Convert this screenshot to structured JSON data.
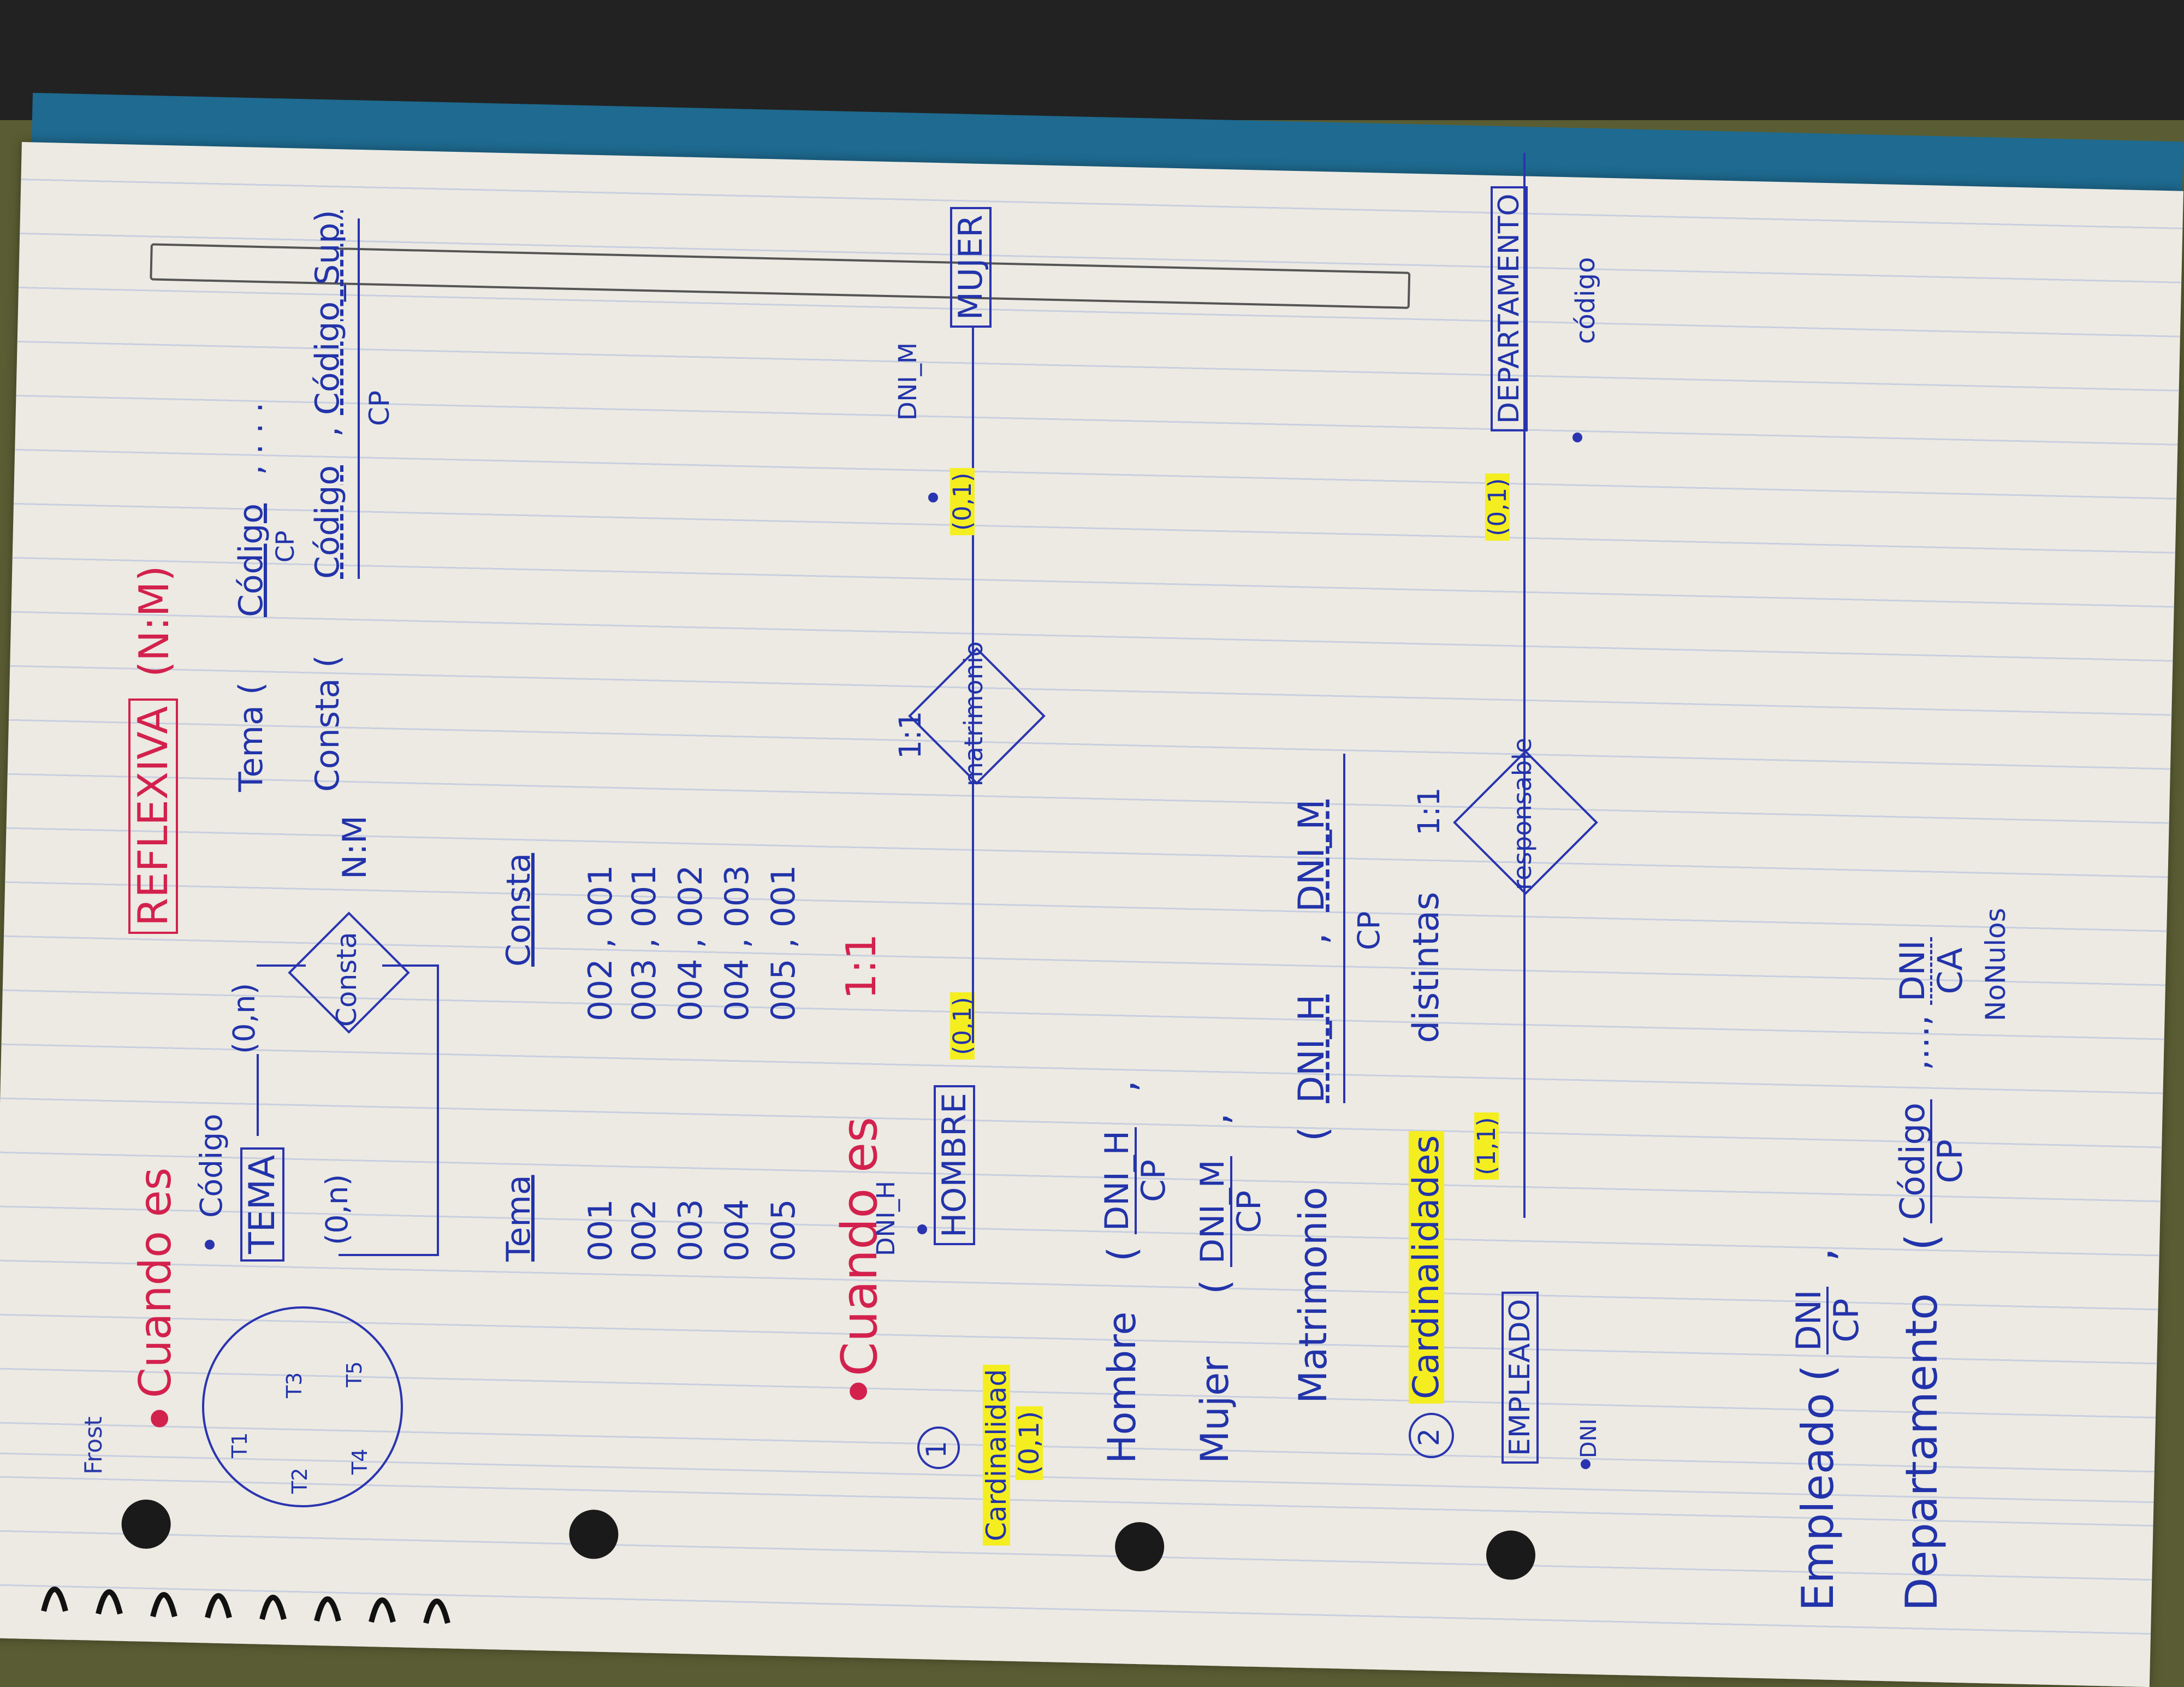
{
  "notebook": {
    "brand": "Frost"
  },
  "section_reflexiva": {
    "bullet": "•",
    "title_prefix": "Cuando es",
    "keyword": "REFLEXIVA",
    "ratio": "(N:M)",
    "entity": "TEMA",
    "attribute": "Código",
    "card_top": "(0,n)",
    "card_bottom": "(0,n)",
    "relation": "Consta",
    "relation_type": "N:M",
    "set_labels": [
      "T1",
      "T2",
      "T3",
      "T4",
      "T5"
    ],
    "schema_tema_prefix": "Tema (",
    "schema_tema_key": "Código",
    "schema_tema_suffix": ", . . .",
    "schema_tema_cp": "CP",
    "schema_consta_prefix": "Consta (",
    "schema_consta_key1": "Código",
    "schema_consta_sep": ",",
    "schema_consta_key2": "Código_Sup)",
    "schema_consta_cp": "CP"
  },
  "table": {
    "headers": [
      "Tema",
      "Consta"
    ],
    "tema": [
      "001",
      "002",
      "003",
      "004",
      "005"
    ],
    "consta": [
      "002 , 001",
      "003 , 001",
      "004 , 002",
      "004 , 003",
      "005 , 001"
    ]
  },
  "section_one_one": {
    "bullet": "•",
    "title": "Cuando es",
    "ratio": "1:1",
    "number": "1",
    "cardinality_label": "Cardinalidad",
    "cardinality_value": "(0,1)",
    "entity_left": "HOMBRE",
    "entity_right": "MUJER",
    "attr_left": "DNI_H",
    "attr_right": "DNI_M",
    "card_left": "(0,1)",
    "card_right": "(0,1)",
    "relation": "matrimonio",
    "relation_type": "1:1"
  },
  "schemas_one_one": {
    "hombre_label": "Hombre",
    "hombre_key": "DNI_H",
    "mujer_label": "Mujer",
    "mujer_key": "DNI_M",
    "matrimonio_label": "Matrimonio",
    "matrimonio_key1": "DNI_H",
    "matrimonio_key2": "DNI_M",
    "cp": "CP",
    "open_paren": "(",
    "comma": ","
  },
  "section_two": {
    "number": "2",
    "title": "Cardinalidades",
    "title_suffix": "distintas",
    "ratio": "1:1",
    "entity_left": "EMPLEADO",
    "entity_right": "DEPARTAMENTO",
    "attr_left": "DNI",
    "attr_right": "código",
    "card_left": "(1,1)",
    "card_right": "(0,1)",
    "relation": "responsable"
  },
  "schemas_two": {
    "empleado_label": "Empleado",
    "empleado_key": "DNI",
    "departamento_label": "Departamento",
    "departamento_key": "Código",
    "departamento_ellipsis": ",…,",
    "departamento_fk": "DNI",
    "cp": "CP",
    "ca": "CA",
    "no_nulos": "NoNulos",
    "open_paren": "(",
    "comma": ","
  }
}
